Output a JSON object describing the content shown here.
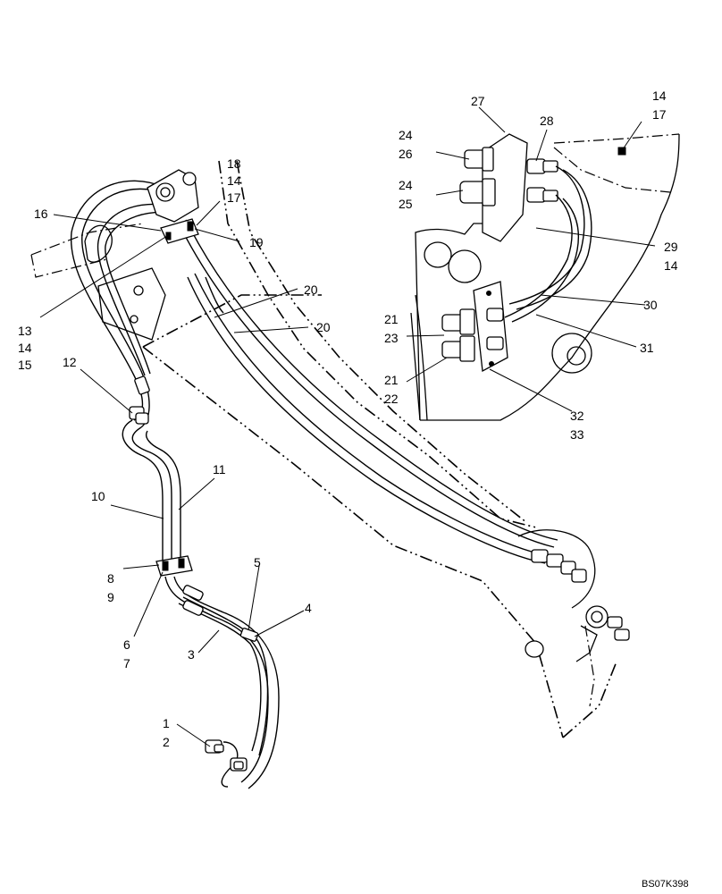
{
  "diagram_code": "BS07K398",
  "callouts": [
    {
      "id": "c1",
      "lines": [
        "1",
        "2"
      ]
    },
    {
      "id": "c3",
      "lines": [
        "3"
      ]
    },
    {
      "id": "c4",
      "lines": [
        "4"
      ]
    },
    {
      "id": "c5",
      "lines": [
        "5"
      ]
    },
    {
      "id": "c6",
      "lines": [
        "6",
        "7"
      ]
    },
    {
      "id": "c8",
      "lines": [
        "8",
        "9"
      ]
    },
    {
      "id": "c10",
      "lines": [
        "10"
      ]
    },
    {
      "id": "c11",
      "lines": [
        "11"
      ]
    },
    {
      "id": "c12",
      "lines": [
        "12"
      ]
    },
    {
      "id": "c13",
      "lines": [
        "13",
        "14",
        "15"
      ]
    },
    {
      "id": "c16",
      "lines": [
        "16"
      ]
    },
    {
      "id": "c18",
      "lines": [
        "18",
        "14",
        "17"
      ]
    },
    {
      "id": "c19",
      "lines": [
        "19"
      ]
    },
    {
      "id": "c20a",
      "lines": [
        "20"
      ]
    },
    {
      "id": "c20b",
      "lines": [
        "20"
      ]
    },
    {
      "id": "c24a",
      "lines": [
        "24",
        "26"
      ]
    },
    {
      "id": "c24b",
      "lines": [
        "24",
        "25"
      ]
    },
    {
      "id": "c27",
      "lines": [
        "27"
      ]
    },
    {
      "id": "c28",
      "lines": [
        "28"
      ]
    },
    {
      "id": "c14",
      "lines": [
        "14",
        "17"
      ]
    },
    {
      "id": "c29",
      "lines": [
        "29",
        "14"
      ]
    },
    {
      "id": "c30",
      "lines": [
        "30"
      ]
    },
    {
      "id": "c31",
      "lines": [
        "31"
      ]
    },
    {
      "id": "c21a",
      "lines": [
        "21",
        "23"
      ]
    },
    {
      "id": "c21b",
      "lines": [
        "21",
        "22"
      ]
    },
    {
      "id": "c32",
      "lines": [
        "32",
        "33"
      ]
    }
  ]
}
